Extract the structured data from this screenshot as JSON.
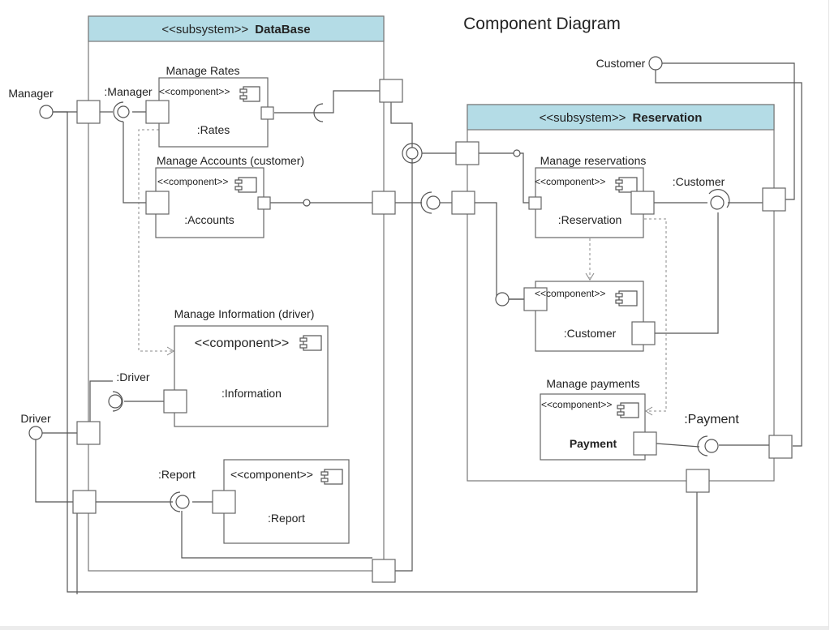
{
  "title": "Component Diagram",
  "colors": {
    "header_fill": "#b4dce6",
    "line": "#555555",
    "box_stroke": "#666666",
    "text": "#222222"
  },
  "subsystems": {
    "database": {
      "stereotype": "<<subsystem>>",
      "name": "DataBase"
    },
    "reservation": {
      "stereotype": "<<subsystem>>",
      "name": "Reservation"
    }
  },
  "components": {
    "rates": {
      "caption": "Manage Rates",
      "stereotype": "<<component>>",
      "name": ":Rates"
    },
    "accounts": {
      "caption": "Manage Accounts (customer)",
      "stereotype": "<<component>>",
      "name": ":Accounts"
    },
    "information": {
      "caption": "Manage Information (driver)",
      "stereotype": "<<component>>",
      "name": ":Information"
    },
    "report": {
      "stereotype": "<<component>>",
      "name": ":Report"
    },
    "reservation": {
      "caption": "Manage reservations",
      "stereotype": "<<component>>",
      "name": ":Reservation"
    },
    "customer": {
      "stereotype": "<<component>>",
      "name": ":Customer"
    },
    "payment": {
      "caption": "Manage payments",
      "stereotype": "<<component>>",
      "name": "Payment"
    }
  },
  "actors": {
    "manager": "Manager",
    "driver": "Driver",
    "customer": "Customer"
  },
  "ports": {
    "manager": ":Manager",
    "driver": ":Driver",
    "report": ":Report",
    "customer": ":Customer",
    "payment": ":Payment"
  }
}
